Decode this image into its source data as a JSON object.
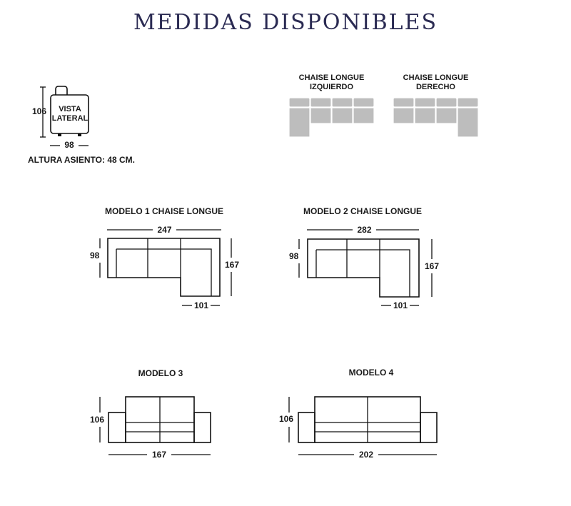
{
  "page": {
    "title": "MEDIDAS DISPONIBLES"
  },
  "side_view": {
    "label": "VISTA LATERAL",
    "height": "106",
    "width": "98",
    "seat_height": "ALTURA ASIENTO: 48 CM."
  },
  "orientations": {
    "left_label_line1": "CHAISE LONGUE",
    "left_label_line2": "IZQUIERDO",
    "right_label_line1": "CHAISE LONGUE",
    "right_label_line2": "DERECHO"
  },
  "models": [
    {
      "label": "MODELO 1 CHAISE LONGUE",
      "width": "247",
      "depth": "98",
      "chaise_length": "167",
      "chaise_width": "101"
    },
    {
      "label": "MODELO 2 CHAISE LONGUE",
      "width": "282",
      "depth": "98",
      "chaise_length": "167",
      "chaise_width": "101"
    },
    {
      "label": "MODELO 3",
      "height": "106",
      "width": "167"
    },
    {
      "label": "MODELO 4",
      "height": "106",
      "width": "202"
    }
  ]
}
